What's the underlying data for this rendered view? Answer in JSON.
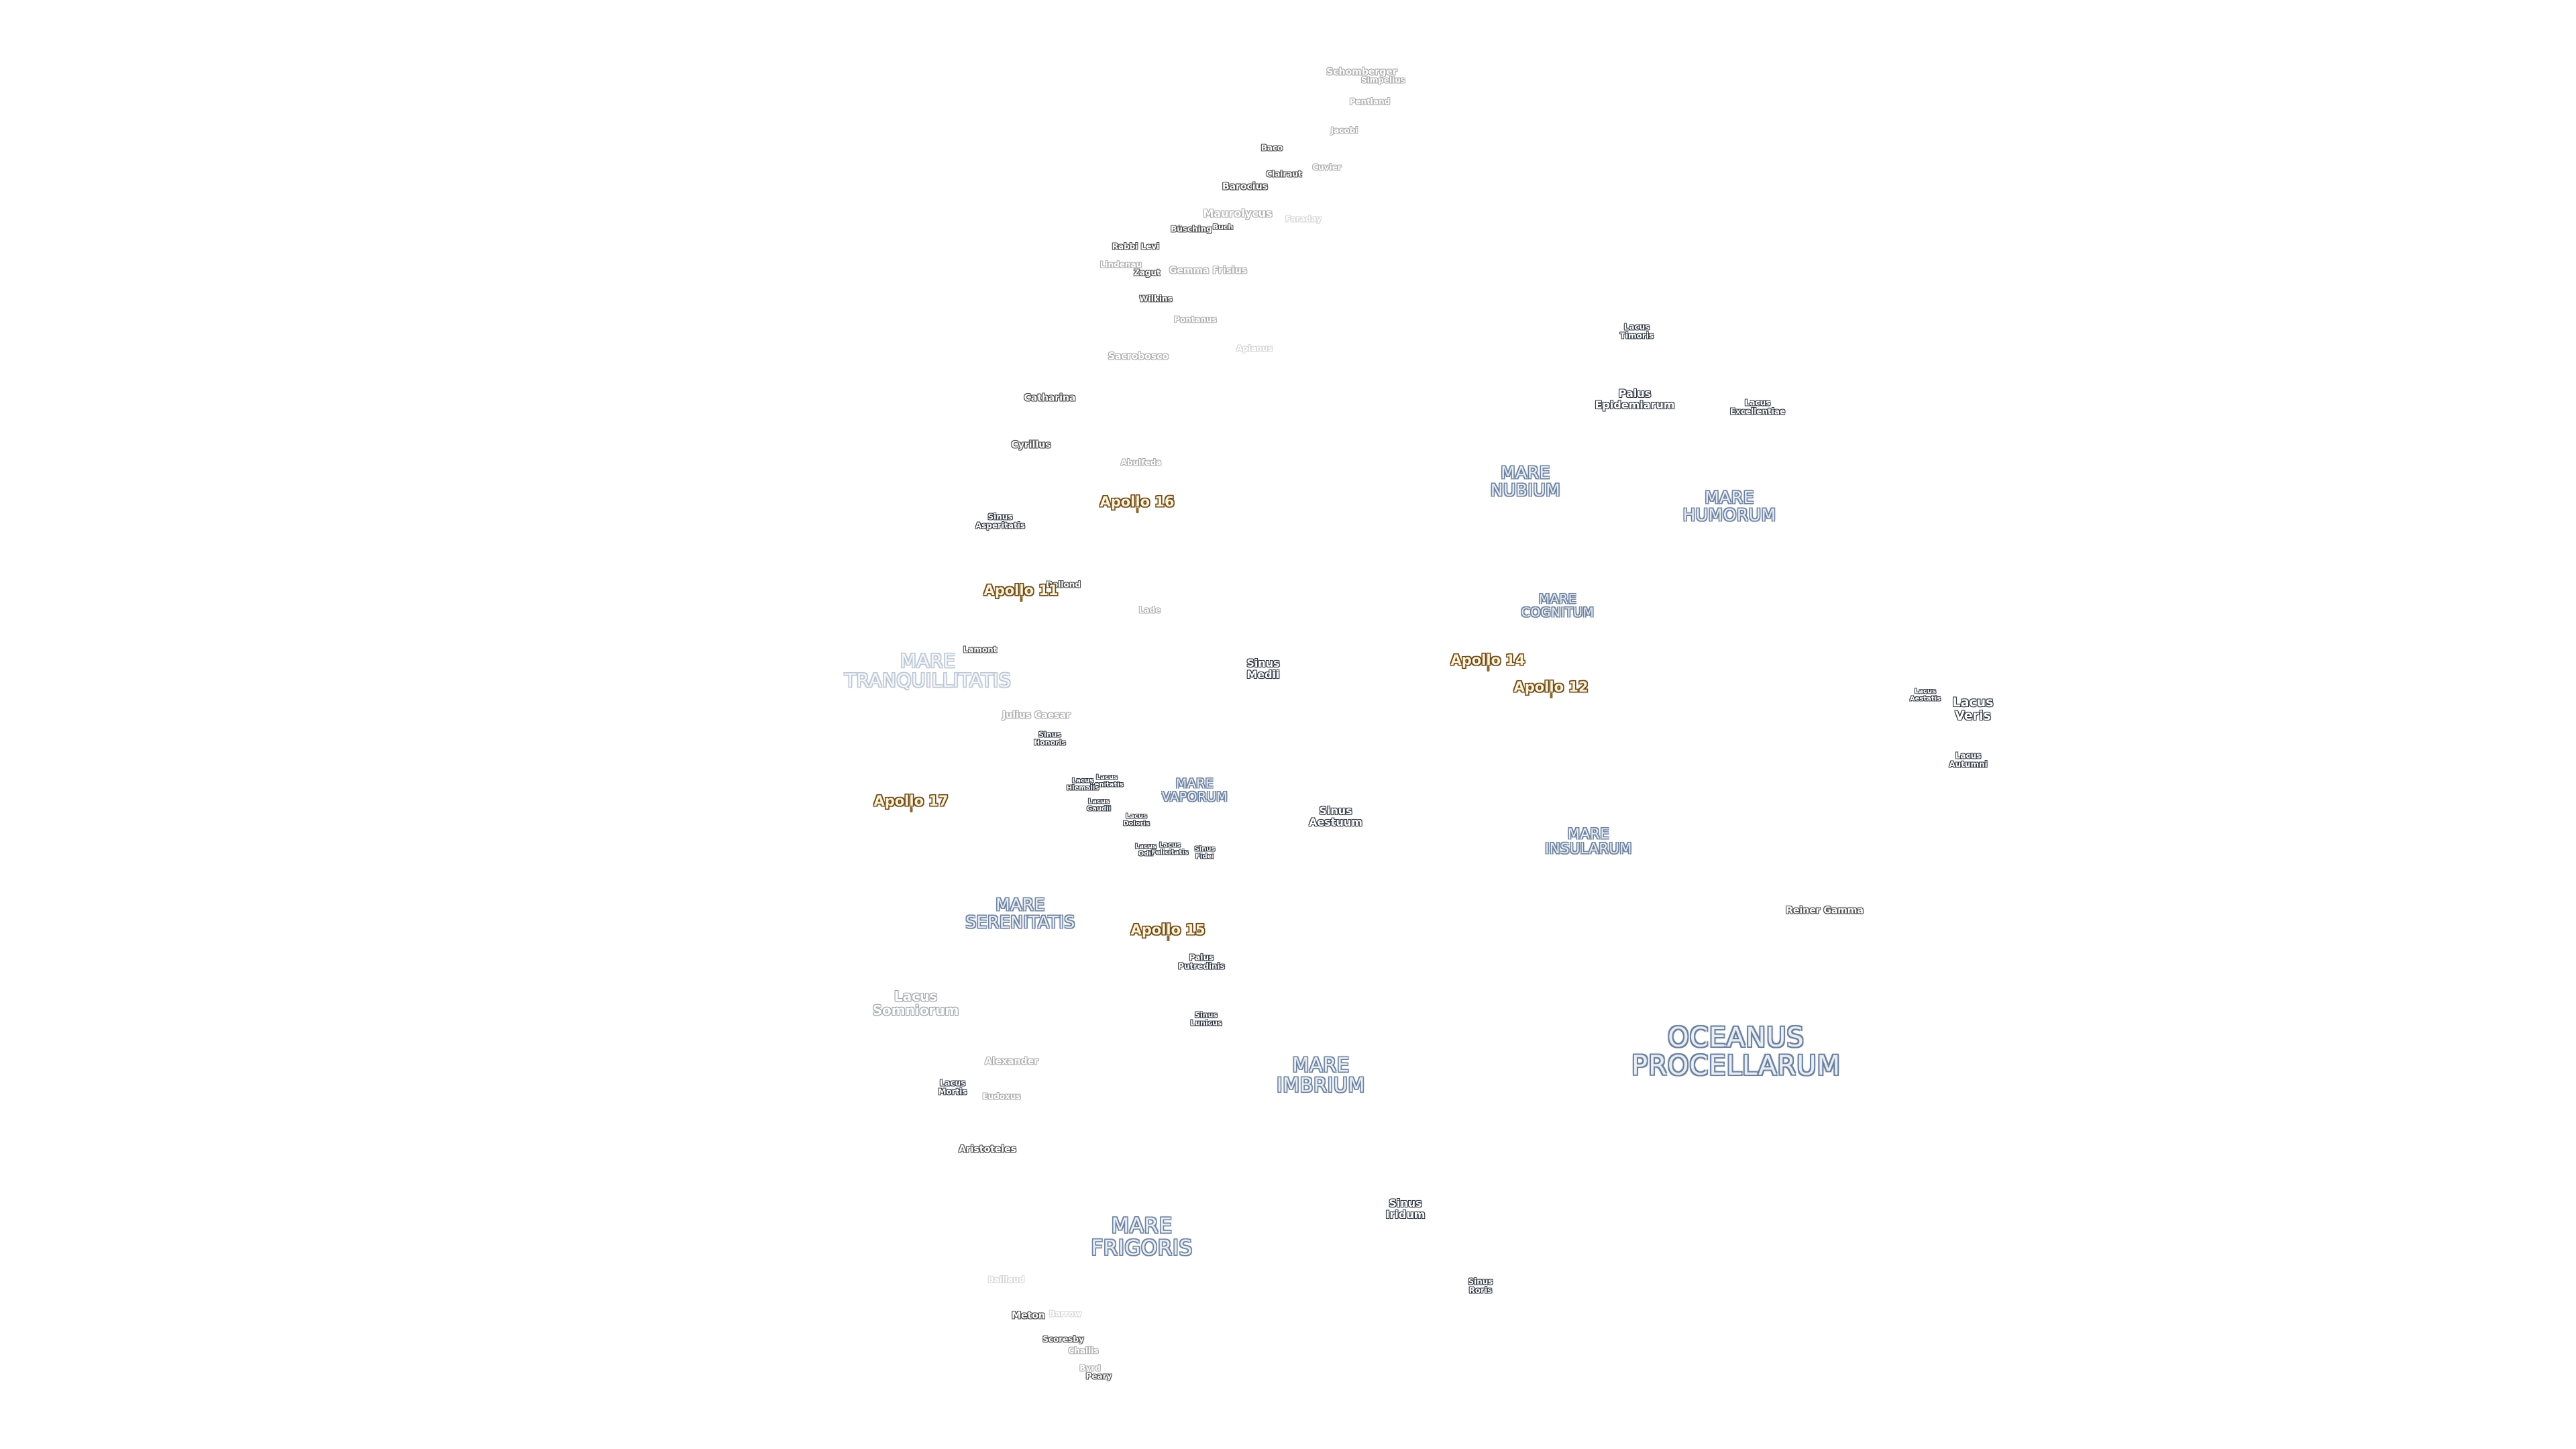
{
  "map": {
    "colors": {
      "background": "#ffffff",
      "mare_fill": "#e8eef6",
      "mare_outline": "#6e829e",
      "feature_outline": "#2f3640",
      "apollo_fill": "#fff3d6",
      "apollo_outline": "#6b4a1c"
    },
    "oceans": [
      {
        "lines": [
          "OCEANUS",
          "PROCELLARUM"
        ]
      }
    ],
    "maria": [
      {
        "lines": [
          "MARE",
          "NUBIUM"
        ]
      },
      {
        "lines": [
          "MARE",
          "HUMORUM"
        ]
      },
      {
        "lines": [
          "MARE",
          "COGNITUM"
        ]
      },
      {
        "lines": [
          "MARE",
          "TRANQUILLITATIS"
        ]
      },
      {
        "lines": [
          "MARE",
          "VAPORUM"
        ]
      },
      {
        "lines": [
          "MARE",
          "INSULARUM"
        ]
      },
      {
        "lines": [
          "MARE",
          "SERENITATIS"
        ]
      },
      {
        "lines": [
          "MARE",
          "IMBRIUM"
        ]
      },
      {
        "lines": [
          "MARE",
          "FRIGORIS"
        ]
      }
    ],
    "features": [
      {
        "lines": [
          "Lacus",
          "Timoris"
        ]
      },
      {
        "lines": [
          "Palus",
          "Epidemiarum"
        ]
      },
      {
        "lines": [
          "Lacus",
          "Excellentiae"
        ]
      },
      {
        "lines": [
          "Sinus",
          "Asperitatis"
        ]
      },
      {
        "lines": [
          "Sinus",
          "Medii"
        ]
      },
      {
        "lines": [
          "Lacus",
          "Autumni"
        ]
      },
      {
        "lines": [
          "Lacus",
          "Veris"
        ]
      },
      {
        "lines": [
          "Lacus",
          "Aestatis"
        ]
      },
      {
        "lines": [
          "Sinus",
          "Honoris"
        ]
      },
      {
        "lines": [
          "Sinus",
          "Aestuum"
        ]
      },
      {
        "lines": [
          "Lacus",
          "Lenitatis"
        ]
      },
      {
        "lines": [
          "Lacus",
          "Hiemalis"
        ]
      },
      {
        "lines": [
          "Lacus",
          "Gaudii"
        ]
      },
      {
        "lines": [
          "Lacus",
          "Doloris"
        ]
      },
      {
        "lines": [
          "Lacus",
          "Odii"
        ]
      },
      {
        "lines": [
          "Lacus",
          "Felicitatis"
        ]
      },
      {
        "lines": [
          "Sinus",
          "Fidei"
        ]
      },
      {
        "lines": [
          "Palus",
          "Putredinis"
        ]
      },
      {
        "lines": [
          "Sinus",
          "Lunicus"
        ]
      },
      {
        "lines": [
          "Lacus",
          "Somniorum"
        ]
      },
      {
        "lines": [
          "Lacus",
          "Mortis"
        ]
      },
      {
        "lines": [
          "Sinus",
          "Iridum"
        ]
      },
      {
        "lines": [
          "Sinus",
          "Roris"
        ]
      }
    ],
    "craters": [
      {
        "name": "Schomberger"
      },
      {
        "name": "Simpelius"
      },
      {
        "name": "Pentland"
      },
      {
        "name": "Jacobi"
      },
      {
        "name": "Baco"
      },
      {
        "name": "Cuvier"
      },
      {
        "name": "Clairaut"
      },
      {
        "name": "Barocius"
      },
      {
        "name": "Maurolycus"
      },
      {
        "name": "Büsching"
      },
      {
        "name": "Buch"
      },
      {
        "name": "Faraday"
      },
      {
        "name": "Rabbi Levi"
      },
      {
        "name": "Lindenau"
      },
      {
        "name": "Zagut"
      },
      {
        "name": "Gemma Frisius"
      },
      {
        "name": "Wilkins"
      },
      {
        "name": "Pontanus"
      },
      {
        "name": "Sacrobosco"
      },
      {
        "name": "Apianus"
      },
      {
        "name": "Catharina"
      },
      {
        "name": "Cyrillus"
      },
      {
        "name": "Abulfeda"
      },
      {
        "name": "Dollond"
      },
      {
        "name": "Lade"
      },
      {
        "name": "Lamont"
      },
      {
        "name": "Julius Caesar"
      },
      {
        "name": "Reiner Gamma"
      },
      {
        "name": "Alexander"
      },
      {
        "name": "Eudoxus"
      },
      {
        "name": "Aristoteles"
      },
      {
        "name": "Baillaud"
      },
      {
        "name": "Meton"
      },
      {
        "name": "Barrow"
      },
      {
        "name": "Scoresby"
      },
      {
        "name": "Challis"
      },
      {
        "name": "Byrd"
      },
      {
        "name": "Peary"
      }
    ],
    "apollo": [
      {
        "name": "Apollo 16"
      },
      {
        "name": "Apollo 11"
      },
      {
        "name": "Apollo 14"
      },
      {
        "name": "Apollo 12"
      },
      {
        "name": "Apollo 17"
      },
      {
        "name": "Apollo 15"
      }
    ]
  }
}
